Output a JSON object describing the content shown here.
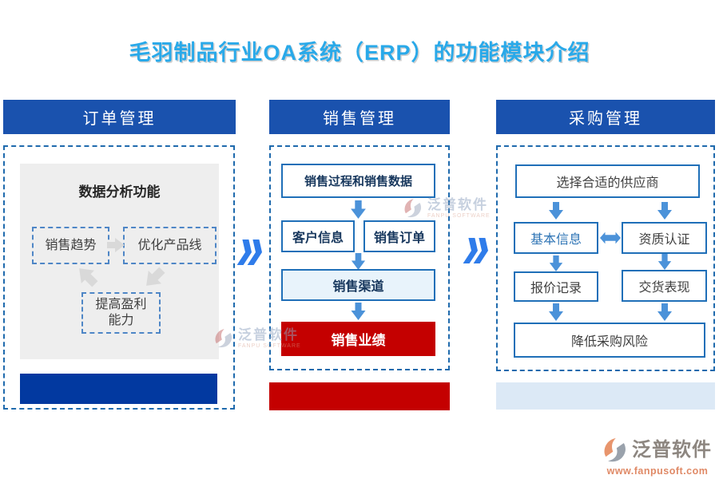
{
  "title": "毛羽制品行业OA系统（ERP）的功能模块介绍",
  "order_module": {
    "header": "订单管理",
    "panel_title": "数据分析功能",
    "node_trend": "销售趋势",
    "node_optimize": "优化产品线",
    "node_profit": "提高盈利能力"
  },
  "sales_module": {
    "header": "销售管理",
    "box_process": "销售过程和销售数据",
    "box_customer": "客户信息",
    "box_order": "销售订单",
    "box_channel": "销售渠道",
    "box_performance": "销售业绩"
  },
  "purchase_module": {
    "header": "采购管理",
    "box_supplier": "选择合适的供应商",
    "box_basic": "基本信息",
    "box_qualification": "资质认证",
    "box_quote": "报价记录",
    "box_delivery": "交货表现",
    "box_risk": "降低采购风险"
  },
  "watermark": {
    "brand": "泛普软件",
    "brand_en": "FANPU SOFTWARE",
    "url": "www.fanpusoft.com"
  },
  "colors": {
    "title": "#29a9e9",
    "header_bg": "#1a52ae",
    "deep_blue_bar": "#0239a0",
    "red": "#c40000",
    "light_blue_bar": "#dce9f6",
    "channel_bg": "#e8f3fb",
    "box_border": "#1f6fb8",
    "dashed_border": "#1f6aad",
    "arrow_blue": "#4b92d9",
    "arrow_gray": "#d9d9d9",
    "chevron_blue": "#2f7cea"
  }
}
